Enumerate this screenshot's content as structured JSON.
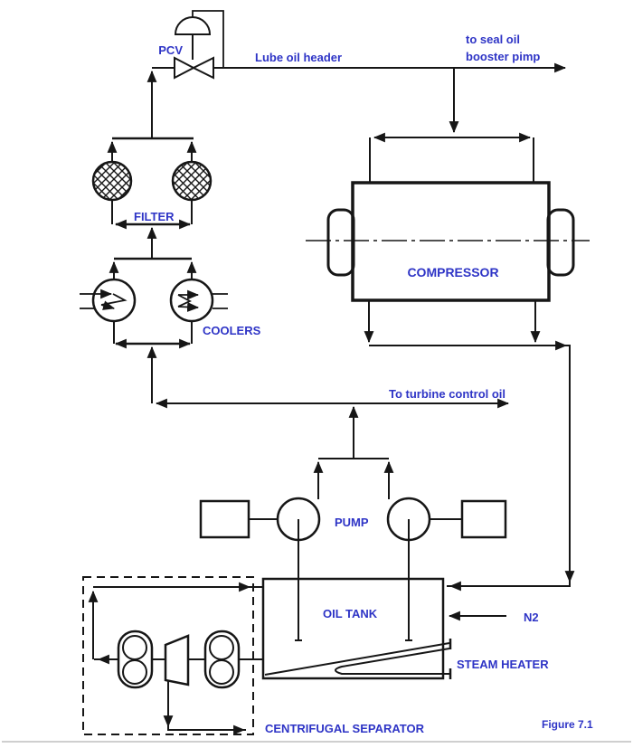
{
  "colors": {
    "accent": "#2e34c6",
    "line": "#161616",
    "background": "#ffffff"
  },
  "figure_caption": "Figure 7.1",
  "labels": {
    "pcv": "PCV",
    "lube_oil_header": "Lube oil header",
    "seal_oil_dest_line1": "to seal oil",
    "seal_oil_dest_line2": "booster pimp",
    "filter": "FILTER",
    "coolers": "COOLERS",
    "compressor": "COMPRESSOR",
    "turbine_control_oil": "To turbine control oil",
    "pump": "PUMP",
    "oil_tank": "OIL TANK",
    "n2": "N2",
    "steam_heater": "STEAM HEATER",
    "centrifugal_separator": "CENTRIFUGAL SEPARATOR"
  }
}
